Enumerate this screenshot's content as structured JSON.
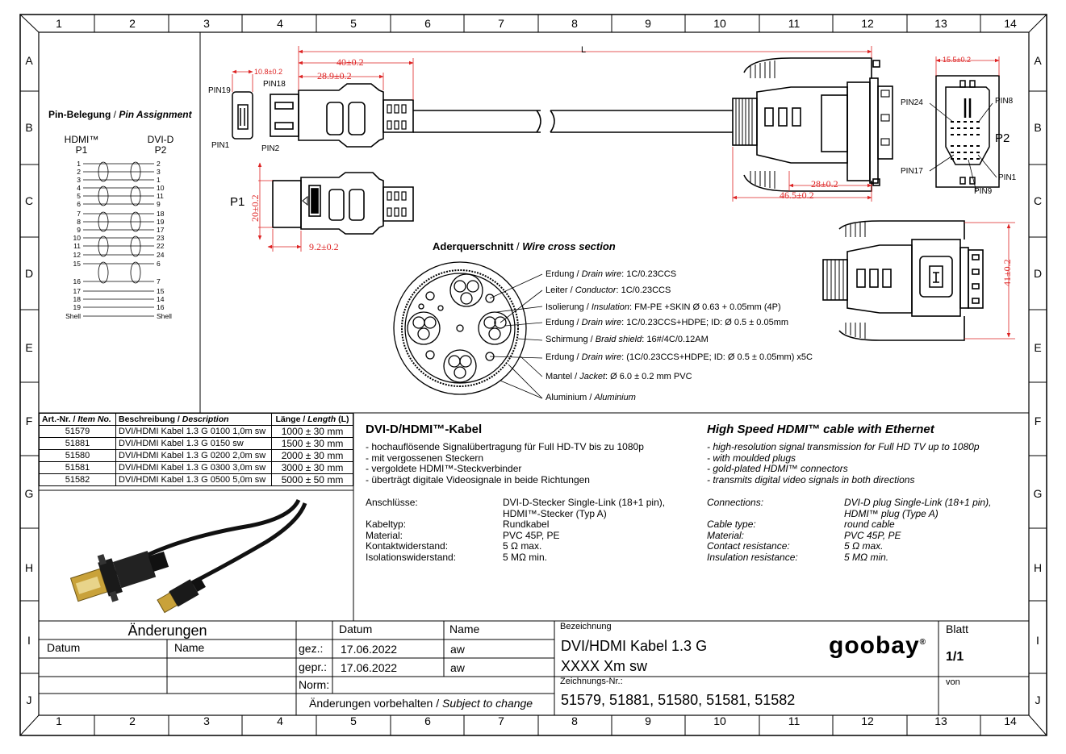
{
  "frame": {
    "columns": [
      "1",
      "2",
      "3",
      "4",
      "5",
      "6",
      "7",
      "8",
      "9",
      "10",
      "11",
      "12",
      "13",
      "14"
    ],
    "rows": [
      "A",
      "B",
      "C",
      "D",
      "E",
      "F",
      "G",
      "H",
      "I",
      "J"
    ]
  },
  "pin_assignment": {
    "title_de": "Pin-Belegung",
    "title_sep": " / ",
    "title_en": "Pin Assignment",
    "left_head": "HDMI™",
    "left_sub": "P1",
    "right_head": "DVI-D",
    "right_sub": "P2",
    "pairs": [
      {
        "l": "1",
        "r": "2"
      },
      {
        "l": "2",
        "r": "3"
      },
      {
        "l": "3",
        "r": "1"
      },
      {
        "l": "4",
        "r": "10"
      },
      {
        "l": "5",
        "r": "11"
      },
      {
        "l": "6",
        "r": "9"
      },
      {
        "l": "7",
        "r": "18"
      },
      {
        "l": "8",
        "r": "19"
      },
      {
        "l": "9",
        "r": "17"
      },
      {
        "l": "10",
        "r": "23"
      },
      {
        "l": "11",
        "r": "22"
      },
      {
        "l": "12",
        "r": "24"
      },
      {
        "l": "15",
        "r": "6"
      },
      {
        "l": "16",
        "r": "7"
      },
      {
        "l": "17",
        "r": "15"
      },
      {
        "l": "18",
        "r": "14"
      },
      {
        "l": "19",
        "r": "16"
      },
      {
        "l": "Shell",
        "r": "Shell"
      }
    ]
  },
  "drawing": {
    "dim_L": "L",
    "dim_40": "40±0.2",
    "dim_289": "28.9±0.2",
    "dim_108": "10.8±0.2",
    "dim_20": "20±0.2",
    "dim_92": "9.2±0.2",
    "dim_28": "28±0.2",
    "dim_465": "46.5±0.2",
    "dim_155": "15.5±0.2",
    "dim_41": "41±0.2",
    "pin19": "PIN19",
    "pin18": "PIN18",
    "pin1": "PIN1",
    "pin2": "PIN2",
    "p1": "P1",
    "p2": "P2",
    "dvi_pin24": "PIN24",
    "dvi_pin8": "PIN8",
    "dvi_pin17": "PIN17",
    "dvi_pin1": "PIN1",
    "dvi_pin9": "PIN9"
  },
  "cross_section": {
    "title_de": "Aderquerschnitt",
    "title_sep": " / ",
    "title_en": "Wire cross section",
    "labels": [
      {
        "de": "Erdung",
        "en": "Drain wire",
        "val": "1C/0.23CCS"
      },
      {
        "de": "Leiter",
        "en": "Conductor",
        "val": "1C/0.23CCS"
      },
      {
        "de": "Isolierung",
        "en": "Insulation",
        "val": "FM-PE +SKIN Ø 0.63 + 0.05mm (4P)"
      },
      {
        "de": "Erdung",
        "en": "Drain wire",
        "val": "1C/0.23CCS+HDPE; ID: Ø 0.5 ± 0.05mm"
      },
      {
        "de": "Schirmung",
        "en": "Braid shield",
        "val": "16#/4C/0.12AM"
      },
      {
        "de": "Erdung",
        "en": "Drain wire",
        "val": "(1C/0.23CCS+HDPE; ID: Ø 0.5 ± 0.05mm) x5C"
      },
      {
        "de": "Mantel",
        "en": "Jacket",
        "val": "Ø 6.0 ± 0.2 mm PVC"
      },
      {
        "de": "Aluminium",
        "en": "Aluminium",
        "val": ""
      }
    ]
  },
  "articles": {
    "head_nr_de": "Art.-Nr.",
    "head_nr_en": "Item No.",
    "head_desc_de": "Beschreibung",
    "head_desc_en": "Description",
    "head_len_de": "Länge",
    "head_len_en": "Length",
    "head_len_unit": "(L)",
    "rows": [
      {
        "nr": "51579",
        "desc": "DVI/HDMI Kabel 1.3 G 0100 1,0m sw",
        "len": "1000 ± 30 mm"
      },
      {
        "nr": "51881",
        "desc": "DVI/HDMI Kabel 1.3 G 0150 sw",
        "len": "1500 ± 30 mm"
      },
      {
        "nr": "51580",
        "desc": "DVI/HDMI Kabel 1.3 G 0200 2,0m sw",
        "len": "2000 ± 30 mm"
      },
      {
        "nr": "51581",
        "desc": "DVI/HDMI Kabel 1.3 G 0300 3,0m sw",
        "len": "3000 ± 30 mm"
      },
      {
        "nr": "51582",
        "desc": "DVI/HDMI Kabel 1.3 G 0500 5,0m sw",
        "len": "5000 ± 50 mm"
      }
    ]
  },
  "desc_de": {
    "title": "DVI-D/HDMI™-Kabel",
    "bullets": [
      "- hochauflösende Signalübertragung für Full HD-TV bis zu 1080p",
      "- mit vergossenen Steckern",
      "- vergoldete HDMI™-Steckverbinder",
      "- überträgt digitale Videosignale in beide Richtungen"
    ],
    "specs": [
      {
        "k": "Anschlüsse:",
        "v": "DVI-D-Stecker Single-Link (18+1 pin),",
        "v2": "HDMI™-Stecker (Typ A)"
      },
      {
        "k": "Kabeltyp:",
        "v": "Rundkabel",
        "v2": ""
      },
      {
        "k": "Material:",
        "v": "PVC 45P, PE",
        "v2": ""
      },
      {
        "k": "Kontaktwiderstand:",
        "v": "5 Ω max.",
        "v2": ""
      },
      {
        "k": "Isolationswiderstand:",
        "v": "5 MΩ min.",
        "v2": ""
      }
    ]
  },
  "desc_en": {
    "title": "High Speed HDMI™ cable with Ethernet",
    "bullets": [
      "- high-resolution signal transmission for Full HD TV up to 1080p",
      "- with moulded plugs",
      "- gold-plated HDMI™ connectors",
      "- transmits digital video signals in both directions"
    ],
    "specs": [
      {
        "k": "Connections:",
        "v": "DVI-D plug Single-Link (18+1 pin),",
        "v2": "HDMI™ plug (Type A)"
      },
      {
        "k": "Cable type:",
        "v": "round cable",
        "v2": ""
      },
      {
        "k": "Material:",
        "v": "PVC 45P, PE",
        "v2": ""
      },
      {
        "k": "Contact resistance:",
        "v": "5 Ω max.",
        "v2": ""
      },
      {
        "k": "Insulation resistance:",
        "v": "5 MΩ min.",
        "v2": ""
      }
    ]
  },
  "title_block": {
    "changes": "Änderungen",
    "datum": "Datum",
    "name": "Name",
    "gez": "gez.:",
    "gepr": "gepr.:",
    "norm": "Norm:",
    "gez_date": "17.06.2022",
    "gez_name": "aw",
    "gepr_date": "17.06.2022",
    "gepr_name": "aw",
    "reserved_de": "Änderungen vorbehalten",
    "reserved_sep": " / ",
    "reserved_en": "Subject to change",
    "bezeichnung": "Bezeichnung",
    "title1": "DVI/HDMI Kabel 1.3 G",
    "title2": "XXXX Xm sw",
    "zeichnungs_nr": "Zeichnungs-Nr.:",
    "numbers": "51579, 51881, 51580, 51581, 51582",
    "logo": "goobay",
    "logo_reg": "®",
    "blatt": "Blatt",
    "blatt_val": "1/1",
    "von": "von"
  }
}
